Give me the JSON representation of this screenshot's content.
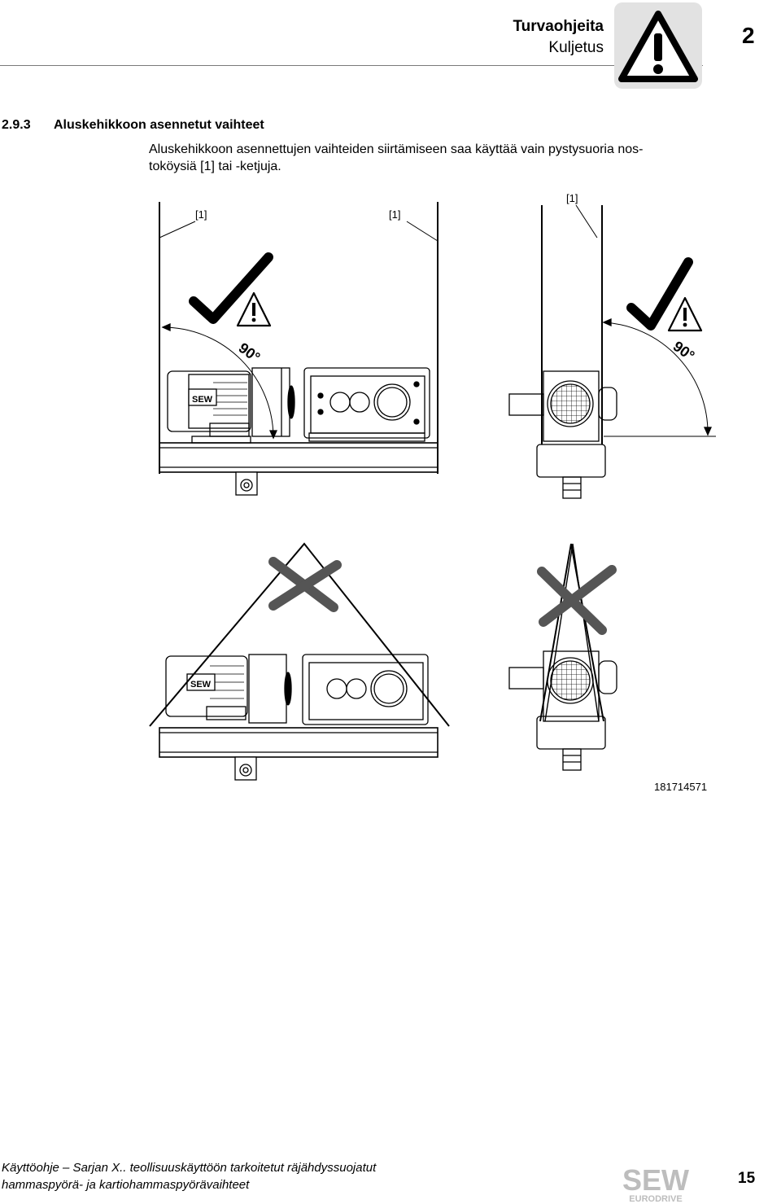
{
  "header": {
    "title": "Turvaohjeita",
    "subtitle": "Kuljetus",
    "chapter_number": "2",
    "warning_icon": "warning-triangle-icon"
  },
  "section": {
    "number": "2.9.3",
    "title": "Aluskehikkoon asennetut vaihteet",
    "body_line1": "Aluskehikkoon asennettujen vaihteiden siirtämiseen saa käyttää vain pystysuoria nos-",
    "body_line2": "toköysiä [1] tai -ketjuja."
  },
  "figure": {
    "callout_left_a": "[1]",
    "callout_left_b": "[1]",
    "callout_right": "[1]",
    "angle_left": "90°",
    "angle_right": "90°",
    "motor_brand_upper": "SEW",
    "motor_brand_lower": "SEW",
    "figure_id": "181714571"
  },
  "footer": {
    "line1": "Käyttöohje – Sarjan X.. teollisuuskäyttöön tarkoitetut räjähdyssuojatut",
    "line2": "hammaspyörä- ja kartiohammaspyörävaihteet",
    "page_number": "15",
    "logo_main": "SEW",
    "logo_sub": "EURODRIVE"
  },
  "colors": {
    "warning_box": "#e2e2e2",
    "rule": "#7a7a7a",
    "logo_gray": "#bdbdbd"
  }
}
